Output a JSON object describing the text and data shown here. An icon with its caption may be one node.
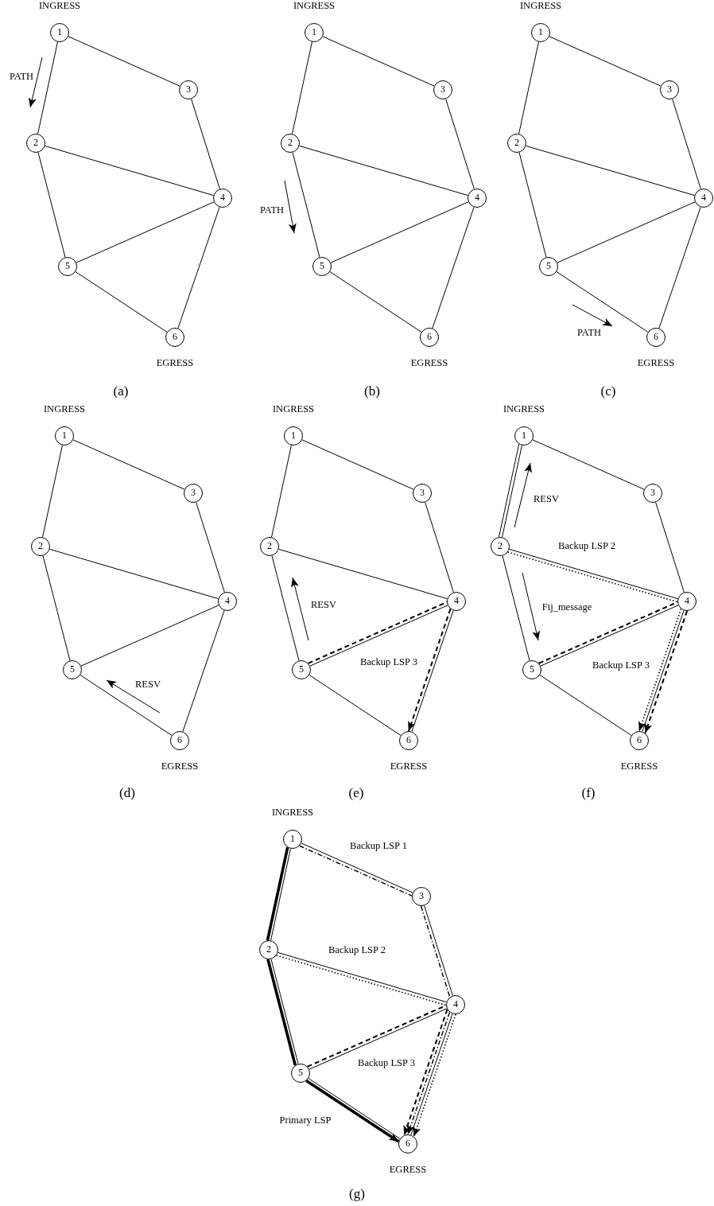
{
  "diagram": {
    "nodes": [
      {
        "text": [
          "1"
        ],
        "beside": [
          "INGRESS"
        ]
      },
      {
        "text": [
          "2"
        ]
      },
      {
        "text": [
          "3"
        ]
      },
      {
        "text": [
          "4"
        ]
      },
      {
        "text": [
          "5"
        ]
      },
      {
        "text": [
          "6"
        ],
        "beside": [
          "EGRESS"
        ]
      },
      {
        "text": [
          "1"
        ],
        "beside": [
          "INGRESS"
        ]
      },
      {
        "text": [
          "2"
        ]
      },
      {
        "text": [
          "3"
        ]
      },
      {
        "text": [
          "4"
        ]
      },
      {
        "text": [
          "5"
        ]
      },
      {
        "text": [
          "6"
        ],
        "beside": [
          "EGRESS"
        ]
      },
      {
        "text": [
          "1"
        ],
        "beside": [
          "INGRESS"
        ]
      },
      {
        "text": [
          "2"
        ]
      },
      {
        "text": [
          "3"
        ]
      },
      {
        "text": [
          "4"
        ]
      },
      {
        "text": [
          "5"
        ]
      },
      {
        "text": [
          "6"
        ],
        "beside": [
          "EGRESS"
        ]
      },
      {
        "text": [
          "1"
        ],
        "beside": [
          "INGRESS"
        ]
      },
      {
        "text": [
          "2"
        ]
      },
      {
        "text": [
          "3"
        ]
      },
      {
        "text": [
          "4"
        ]
      },
      {
        "text": [
          "5"
        ]
      },
      {
        "text": [
          "6"
        ],
        "beside": [
          "EGRESS"
        ]
      },
      {
        "text": [
          "1"
        ],
        "beside": [
          "INGRESS"
        ]
      },
      {
        "text": [
          "2"
        ]
      },
      {
        "text": [
          "3"
        ]
      },
      {
        "text": [
          "4"
        ]
      },
      {
        "text": [
          "5"
        ]
      },
      {
        "text": [
          "6"
        ],
        "beside": [
          "EGRESS"
        ]
      },
      {
        "text": [
          "1"
        ],
        "beside": [
          "INGRESS"
        ]
      },
      {
        "text": [
          "2"
        ]
      },
      {
        "text": [
          "3"
        ]
      },
      {
        "text": [
          "4"
        ]
      },
      {
        "text": [
          "5"
        ]
      },
      {
        "text": [
          "6"
        ],
        "beside": [
          "EGRESS"
        ]
      },
      {
        "text": [
          "1"
        ],
        "beside": [
          "INGRESS"
        ]
      },
      {
        "text": [
          "2"
        ]
      },
      {
        "text": [
          "3"
        ]
      },
      {
        "text": [
          "4"
        ]
      },
      {
        "text": [
          "5"
        ]
      },
      {
        "text": [
          "6"
        ],
        "beside": [
          "EGRESS"
        ]
      }
    ],
    "edges": [
      {
        "from": 0,
        "to": 1,
        "arrow": "none"
      },
      {
        "from": 0,
        "to": 2,
        "arrow": "none"
      },
      {
        "from": 1,
        "to": 3,
        "arrow": "none"
      },
      {
        "from": 2,
        "to": 3,
        "arrow": "none"
      },
      {
        "from": 1,
        "to": 4,
        "arrow": "none"
      },
      {
        "from": 3,
        "to": 4,
        "arrow": "none"
      },
      {
        "from": 3,
        "to": 5,
        "arrow": "none"
      },
      {
        "from": 4,
        "to": 5,
        "arrow": "none"
      },
      {
        "from": 6,
        "to": 7,
        "arrow": "none"
      },
      {
        "from": 6,
        "to": 8,
        "arrow": "none"
      },
      {
        "from": 7,
        "to": 9,
        "arrow": "none"
      },
      {
        "from": 8,
        "to": 9,
        "arrow": "none"
      },
      {
        "from": 7,
        "to": 10,
        "arrow": "none"
      },
      {
        "from": 9,
        "to": 10,
        "arrow": "none"
      },
      {
        "from": 9,
        "to": 11,
        "arrow": "none"
      },
      {
        "from": 10,
        "to": 11,
        "arrow": "none"
      },
      {
        "from": 12,
        "to": 13,
        "arrow": "none"
      },
      {
        "from": 12,
        "to": 14,
        "arrow": "none"
      },
      {
        "from": 13,
        "to": 15,
        "arrow": "none"
      },
      {
        "from": 14,
        "to": 15,
        "arrow": "none"
      },
      {
        "from": 13,
        "to": 16,
        "arrow": "none"
      },
      {
        "from": 15,
        "to": 16,
        "arrow": "none"
      },
      {
        "from": 15,
        "to": 17,
        "arrow": "none"
      },
      {
        "from": 16,
        "to": 17,
        "arrow": "none"
      },
      {
        "from": 18,
        "to": 19,
        "arrow": "none"
      },
      {
        "from": 18,
        "to": 20,
        "arrow": "none"
      },
      {
        "from": 19,
        "to": 21,
        "arrow": "none"
      },
      {
        "from": 20,
        "to": 21,
        "arrow": "none"
      },
      {
        "from": 19,
        "to": 22,
        "arrow": "none"
      },
      {
        "from": 21,
        "to": 22,
        "arrow": "none"
      },
      {
        "from": 21,
        "to": 23,
        "arrow": "none"
      },
      {
        "from": 22,
        "to": 23,
        "arrow": "none"
      },
      {
        "from": 24,
        "to": 25,
        "arrow": "none"
      },
      {
        "from": 24,
        "to": 26,
        "arrow": "none"
      },
      {
        "from": 25,
        "to": 27,
        "arrow": "none"
      },
      {
        "from": 26,
        "to": 27,
        "arrow": "none"
      },
      {
        "from": 25,
        "to": 28,
        "arrow": "none"
      },
      {
        "from": 27,
        "to": 28,
        "arrow": "none"
      },
      {
        "from": 27,
        "to": 29,
        "arrow": "none"
      },
      {
        "from": 28,
        "to": 29,
        "arrow": "none"
      },
      {
        "from": 28,
        "to": 27,
        "arrow": "none",
        "style": "dashed"
      },
      {
        "from": 27,
        "to": 29,
        "arrow": "to",
        "style": "dashed"
      },
      {
        "from": 30,
        "to": 31,
        "arrow": "none"
      },
      {
        "from": 30,
        "to": 32,
        "arrow": "none"
      },
      {
        "from": 31,
        "to": 33,
        "arrow": "none"
      },
      {
        "from": 32,
        "to": 33,
        "arrow": "none"
      },
      {
        "from": 31,
        "to": 34,
        "arrow": "none"
      },
      {
        "from": 33,
        "to": 34,
        "arrow": "none"
      },
      {
        "from": 33,
        "to": 35,
        "arrow": "none"
      },
      {
        "from": 34,
        "to": 35,
        "arrow": "none"
      },
      {
        "from": 31,
        "to": 30,
        "arrow": "none"
      },
      {
        "from": 31,
        "to": 33,
        "arrow": "none",
        "style": "dashed"
      },
      {
        "from": 33,
        "to": 35,
        "arrow": "to",
        "style": "dashed"
      },
      {
        "from": 34,
        "to": 33,
        "arrow": "none",
        "style": "dashed"
      },
      {
        "from": 33,
        "to": 35,
        "arrow": "to",
        "style": "dashed"
      },
      {
        "from": 36,
        "to": 37,
        "arrow": "none"
      },
      {
        "from": 36,
        "to": 38,
        "arrow": "none"
      },
      {
        "from": 37,
        "to": 39,
        "arrow": "none"
      },
      {
        "from": 38,
        "to": 39,
        "arrow": "none"
      },
      {
        "from": 37,
        "to": 40,
        "arrow": "none"
      },
      {
        "from": 39,
        "to": 40,
        "arrow": "none"
      },
      {
        "from": 39,
        "to": 41,
        "arrow": "none"
      },
      {
        "from": 40,
        "to": 41,
        "arrow": "none"
      },
      {
        "from": 36,
        "to": 37,
        "arrow": "none",
        "style": "thick"
      },
      {
        "from": 37,
        "to": 40,
        "arrow": "none",
        "style": "thick"
      },
      {
        "from": 40,
        "to": 41,
        "arrow": "to",
        "style": "thick"
      },
      {
        "from": 36,
        "to": 38,
        "arrow": "none",
        "style": "dashed"
      },
      {
        "from": 38,
        "to": 39,
        "arrow": "none",
        "style": "dashed"
      },
      {
        "from": 39,
        "to": 41,
        "arrow": "to",
        "style": "dashed"
      },
      {
        "from": 37,
        "to": 39,
        "arrow": "none",
        "style": "dashed"
      },
      {
        "from": 39,
        "to": 41,
        "arrow": "to",
        "style": "dashed"
      },
      {
        "from": 40,
        "to": 39,
        "arrow": "none",
        "style": "dashed"
      },
      {
        "from": 39,
        "to": 41,
        "arrow": "to",
        "style": "dashed"
      }
    ],
    "labels": [
      "PATH",
      "(a)",
      "PATH",
      "(b)",
      "PATH",
      "(c)",
      "RESV",
      "(d)",
      "RESV",
      "Backup LSP 3",
      "(e)",
      "RESV",
      "Backup LSP 2",
      "Fij_message",
      "Backup LSP 3",
      "(f)",
      "Backup LSP 1",
      "Backup LSP 2",
      "Backup LSP 3",
      "Primary LSP",
      "(g)"
    ]
  }
}
